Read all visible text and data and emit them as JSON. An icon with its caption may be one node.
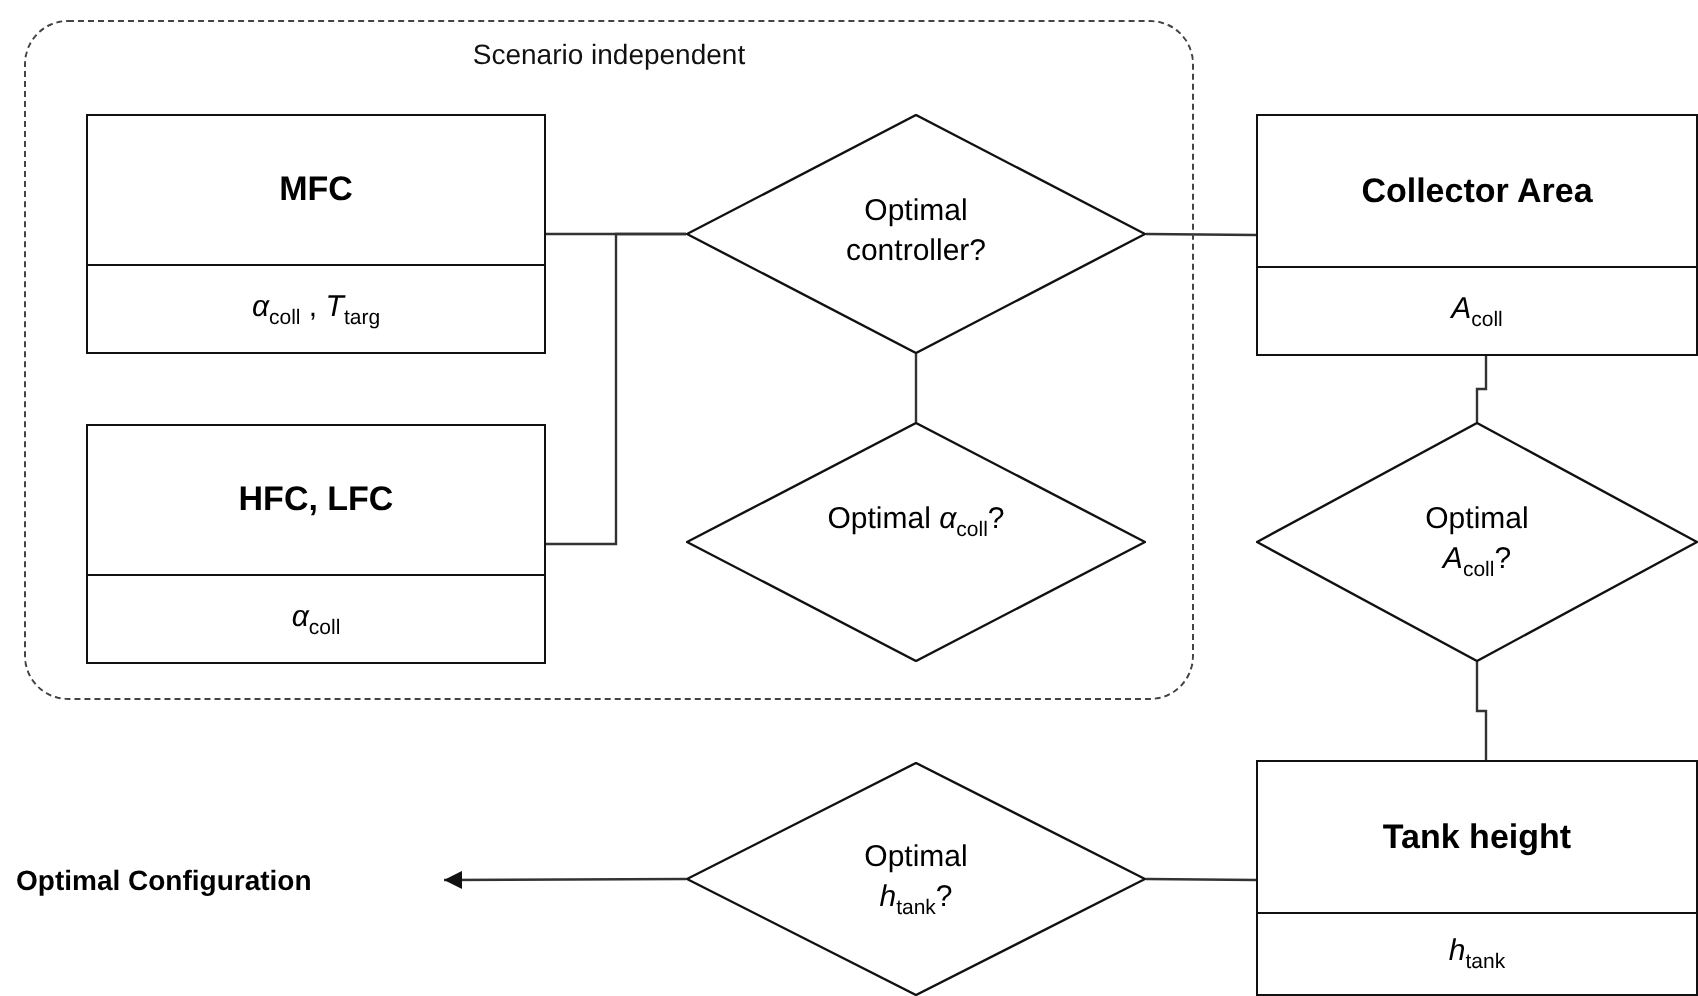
{
  "diagram": {
    "nodes": [
      {
        "text": [
          "Scenario independent"
        ]
      },
      {
        "text": [
          "MFC",
          "*α*$_{coll}$ , *T*$_{targ}$"
        ],
        "in": 0
      },
      {
        "text": [
          "HFC, LFC",
          "*α*$_{coll}$"
        ],
        "in": 0
      },
      {
        "text": [
          "Optimal controller?"
        ],
        "in": 0
      },
      {
        "text": [
          "Optimal *α*$_{coll}$?"
        ],
        "in": 0
      },
      {
        "text": [
          "Collector Area",
          "*A*$_{coll}$"
        ]
      },
      {
        "text": [
          "Optimal *A*$_{coll}$?"
        ]
      },
      {
        "text": [
          "Tank height",
          "*h*$_{tank}$"
        ]
      },
      {
        "text": [
          "Optimal *h*$_{tank}$?"
        ]
      },
      {
        "text": [
          "Optimal Configuration"
        ]
      }
    ],
    "edges": [
      {
        "from": 1,
        "to": 3,
        "arrow": "none"
      },
      {
        "from": 2,
        "to": 3,
        "arrow": "none"
      },
      {
        "from": 3,
        "to": 4,
        "arrow": "none"
      },
      {
        "from": 3,
        "to": 5,
        "arrow": "none"
      },
      {
        "from": 5,
        "to": 6,
        "arrow": "none"
      },
      {
        "from": 6,
        "to": 7,
        "arrow": "none"
      },
      {
        "from": 7,
        "to": 8,
        "arrow": "none"
      },
      {
        "from": 8,
        "to": 9,
        "arrow": "to"
      }
    ]
  }
}
